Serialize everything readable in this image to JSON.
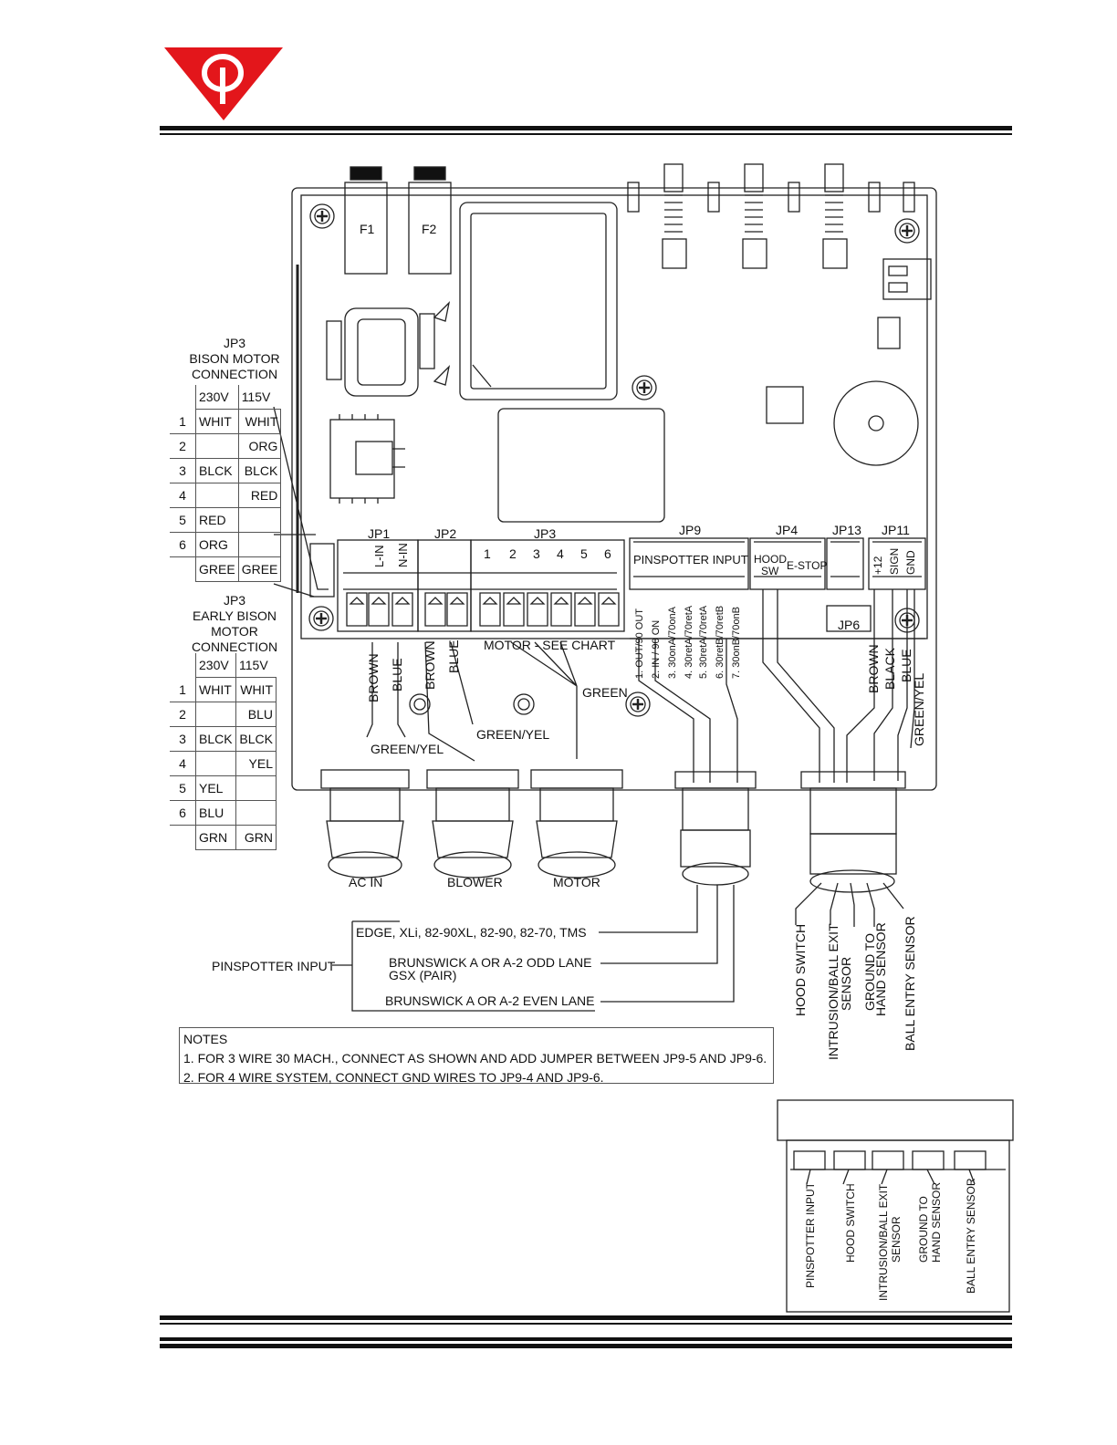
{
  "jp3_bison": {
    "title_lines": [
      "JP3",
      "BISON MOTOR",
      "CONNECTION"
    ],
    "col_headers": [
      "230V",
      "115V"
    ],
    "rows": [
      {
        "n": "1",
        "v230": "WHIT",
        "v115": "WHIT"
      },
      {
        "n": "2",
        "v230": "",
        "v115": "ORG"
      },
      {
        "n": "3",
        "v230": "BLCK",
        "v115": "BLCK"
      },
      {
        "n": "4",
        "v230": "",
        "v115": "RED"
      },
      {
        "n": "5",
        "v230": "RED",
        "v115": ""
      },
      {
        "n": "6",
        "v230": "ORG",
        "v115": ""
      },
      {
        "n": "",
        "v230": "GREE",
        "v115": "GREE"
      }
    ]
  },
  "jp3_early_bison": {
    "title_lines": [
      "JP3",
      "EARLY BISON",
      "MOTOR",
      "CONNECTION"
    ],
    "col_headers": [
      "230V",
      "115V"
    ],
    "rows": [
      {
        "n": "1",
        "v230": "WHIT",
        "v115": "WHIT"
      },
      {
        "n": "2",
        "v230": "",
        "v115": "BLU"
      },
      {
        "n": "3",
        "v230": "BLCK",
        "v115": "BLCK"
      },
      {
        "n": "4",
        "v230": "",
        "v115": "YEL"
      },
      {
        "n": "5",
        "v230": "YEL",
        "v115": ""
      },
      {
        "n": "6",
        "v230": "BLU",
        "v115": ""
      },
      {
        "n": "",
        "v230": "GRN",
        "v115": "GRN"
      }
    ]
  },
  "board": {
    "fuses": [
      "F1",
      "F2"
    ],
    "jp1": {
      "label": "JP1",
      "pins": [
        "L-IN",
        "N-IN"
      ]
    },
    "jp2": {
      "label": "JP2"
    },
    "jp3": {
      "label": "JP3",
      "pins": [
        "1",
        "2",
        "3",
        "4",
        "5",
        "6"
      ]
    },
    "jp9": {
      "label": "JP9",
      "sub": "PINSPOTTER INPUT",
      "pins": [
        "1.  OUT/90 OUT",
        "2.  IN / 90 ON",
        "3.  30onA/70onA",
        "4.  30retA/70retA",
        "5.  30retA/70retA",
        "6.  30retB/70retB",
        "7.  30onB/70onB"
      ]
    },
    "jp4": {
      "label": "JP4",
      "hood": [
        "HOOD",
        "SW"
      ],
      "estop": "E-STOP"
    },
    "jp13": {
      "label": "JP13"
    },
    "jp11": {
      "label": "JP11",
      "pins": [
        "+12",
        "SIGN",
        "GND"
      ]
    },
    "jp6": {
      "label": "JP6"
    },
    "motor_note": "MOTOR - SEE CHART"
  },
  "wires": {
    "jp1": [
      "BROWN",
      "BLUE"
    ],
    "jp2": [
      "BROWN",
      "BLUE"
    ],
    "green_yel_1": "GREEN/YEL",
    "green_yel_2": "GREEN/YEL",
    "green": "GREEN",
    "jp11": [
      "BROWN",
      "BLACK",
      "BLUE",
      "GREEN/YEL"
    ]
  },
  "glands": [
    "AC IN",
    "BLOWER",
    "MOTOR"
  ],
  "pinspotter_input": {
    "label": "PINSPOTTER INPUT",
    "options": [
      "EDGE, XLi, 82-90XL, 82-90, 82-70, TMS",
      "BRUNSWICK A OR A-2 ODD LANE",
      "GSX (PAIR)",
      "BRUNSWICK A OR A-2 EVEN LANE"
    ]
  },
  "sensor_labels": [
    "HOOD SWITCH",
    "INTRUSION/BALL EXIT",
    "SENSOR",
    "GROUND TO",
    "HAND SENSOR",
    "BALL ENTRY SENSOR"
  ],
  "notes": {
    "title": "NOTES",
    "items": [
      "1. FOR 3 WIRE 30 MACH., CONNECT AS SHOWN AND ADD JUMPER BETWEEN JP9-5 AND JP9-6.",
      "2. FOR 4 WIRE SYSTEM, CONNECT GND WIRES TO JP9-4 AND JP9-6."
    ]
  },
  "bottom_view": {
    "labels": [
      "PINSPOTTER INPUT",
      "HOOD SWITCH",
      "INTRUSION/BALL EXIT",
      "SENSOR",
      "GROUND TO",
      "HAND SENSOR",
      "BALL ENTRY SENSOR"
    ]
  },
  "colors": {
    "logo": "#e3161b",
    "ink": "#111111"
  }
}
